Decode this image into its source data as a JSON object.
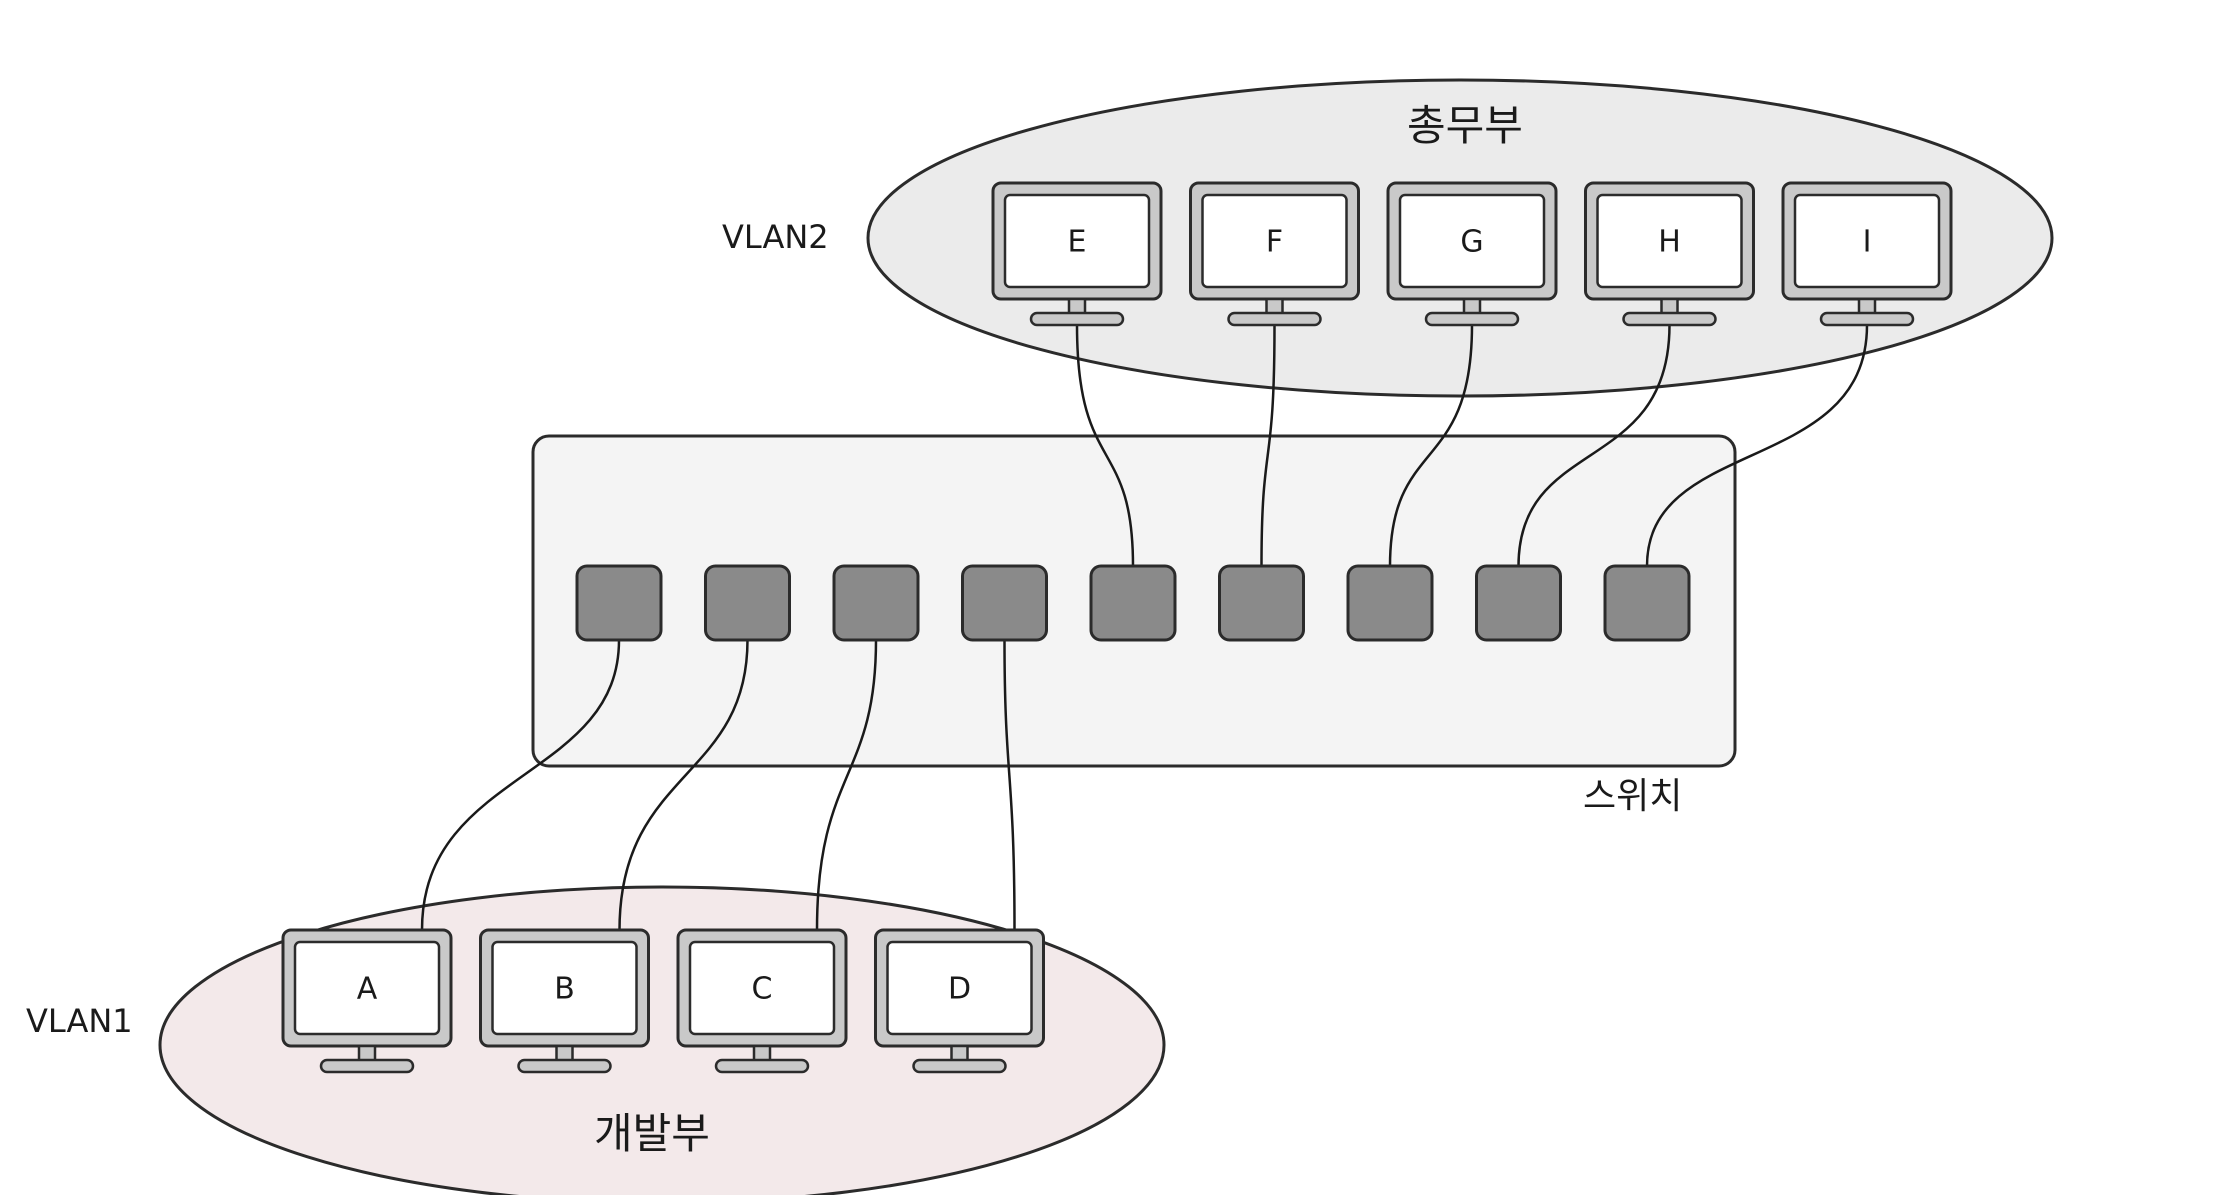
{
  "groups": {
    "vlan2": {
      "vlan_label": "VLAN2",
      "group_label": "총무부",
      "fill": "#ebebeb",
      "computers": [
        {
          "label": "E",
          "port_index": 4
        },
        {
          "label": "F",
          "port_index": 5
        },
        {
          "label": "G",
          "port_index": 6
        },
        {
          "label": "H",
          "port_index": 7
        },
        {
          "label": "I",
          "port_index": 8
        }
      ]
    },
    "vlan1": {
      "vlan_label": "VLAN1",
      "group_label": "개발부",
      "fill": "#f3e9ea",
      "computers": [
        {
          "label": "A",
          "port_index": 0
        },
        {
          "label": "B",
          "port_index": 1
        },
        {
          "label": "C",
          "port_index": 2
        },
        {
          "label": "D",
          "port_index": 3
        }
      ]
    }
  },
  "switch": {
    "label": "스위치",
    "fill": "#f4f4f4",
    "port_count": 9,
    "port_color": "#8a8a8a"
  },
  "colors": {
    "stroke": "#2b2b2b",
    "monitor_frame": "#c9c9c9",
    "screen": "#ffffff"
  }
}
